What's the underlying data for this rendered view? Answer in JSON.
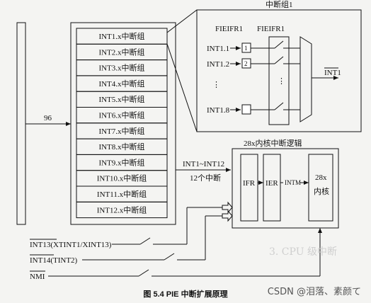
{
  "interrupt_groups": [
    "INT1.x中断组",
    "INT2.x中断组",
    "INT3.x中断组",
    "INT4.x中断组",
    "INT5.x中断组",
    "INT6.x中断组",
    "INT7.x中断组",
    "INT8.x中断组",
    "INT9.x中断组",
    "INT10.x中断组",
    "INT11.x中断组",
    "INT12.x中断组"
  ],
  "bus_label": "96",
  "group_detail": {
    "title": "中断组1",
    "col_fieifr1": "FIEIFR1",
    "col_fieifr1_b": "FIEIFR1",
    "inputs": [
      "INT1.1",
      "INT1.2",
      "⋮",
      "INT1.8"
    ],
    "flag_labels": [
      "1",
      "2",
      ""
    ],
    "dots": "⋮",
    "output": "INT1"
  },
  "bundle": {
    "range": "INT1~INT12",
    "count": "12个中断"
  },
  "core_logic": {
    "title": "28x内核中断逻辑",
    "ifr": "IFR",
    "ier": "IER",
    "intm": "INTM",
    "core_top": "28x",
    "core_bottom": "内核"
  },
  "external": {
    "int13": "INT13(XTINT1/XINT13)",
    "int14": "INT14(TINT2)",
    "nmi": "NMI"
  },
  "caption": "图 5.4   PIE 中断扩展原理",
  "ghost_text": "3. CPU 级中断",
  "watermark": "CSDN @泪落、素颜て"
}
